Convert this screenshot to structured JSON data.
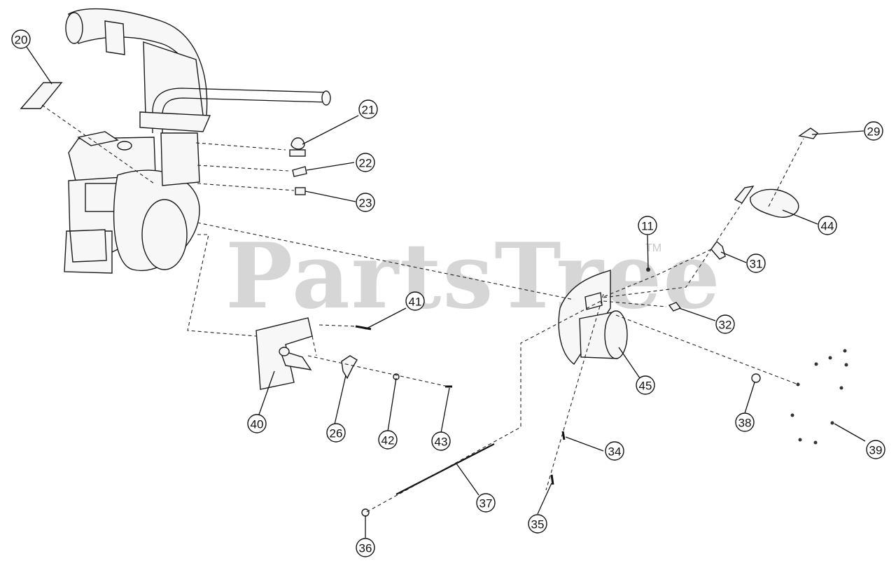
{
  "watermark": {
    "text": "PartsTree",
    "tm": "TM"
  },
  "callouts": [
    "20",
    "21",
    "22",
    "23",
    "29",
    "44",
    "11",
    "31",
    "32",
    "45",
    "41",
    "40",
    "26",
    "42",
    "43",
    "38",
    "39",
    "34",
    "37",
    "35",
    "36"
  ],
  "colors": {
    "line": "#1a1a1a",
    "part_fill": "#f7f7f7",
    "watermark": "#cfcfcf"
  }
}
